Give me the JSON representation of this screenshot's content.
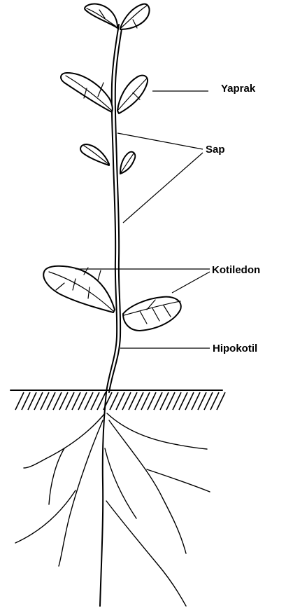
{
  "labels": {
    "leaf": "Yaprak",
    "stem": "Sap",
    "cotyledon": "Kotiledon",
    "hypocotyl": "Hipokotil"
  },
  "colors": {
    "ink": "#000000",
    "background": "#ffffff"
  }
}
